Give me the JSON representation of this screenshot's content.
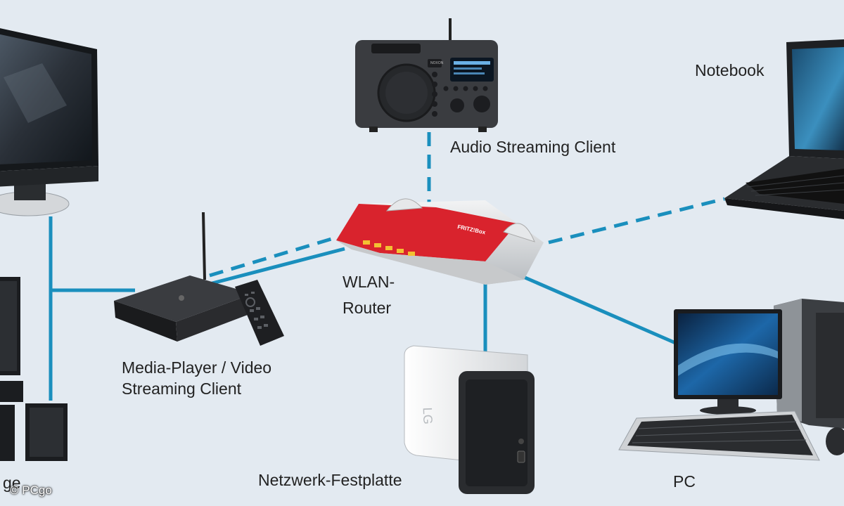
{
  "labels": {
    "audio_client": "Audio Streaming Client",
    "notebook": "Notebook",
    "router_line1": "WLAN-",
    "router_line2": "Router",
    "media_player_line1": "Media-Player / Video",
    "media_player_line2": "Streaming Client",
    "nas": "Netzwerk-Festplatte",
    "pc": "PC",
    "cut_label_fragment": "ge"
  },
  "router_brand_text": "FRITZ!Box",
  "radio_brand_text": "NOXON",
  "nas_brand_text": "LG",
  "copyright": "© PCgo",
  "colors": {
    "background": "#e3eaf1",
    "link": "#1a8fbd",
    "router_red": "#d9232d",
    "router_silver": "#d6d8da"
  },
  "connections": [
    {
      "from": "router",
      "to": "audio-client",
      "type": "wireless"
    },
    {
      "from": "router",
      "to": "notebook",
      "type": "wireless"
    },
    {
      "from": "router",
      "to": "media-player",
      "type": "wireless"
    },
    {
      "from": "router",
      "to": "media-player",
      "type": "wired"
    },
    {
      "from": "router",
      "to": "nas",
      "type": "wired"
    },
    {
      "from": "router",
      "to": "pc",
      "type": "wired"
    },
    {
      "from": "media-player",
      "to": "tv",
      "type": "wired"
    },
    {
      "from": "media-player",
      "to": "speaker-system",
      "type": "wired"
    }
  ]
}
